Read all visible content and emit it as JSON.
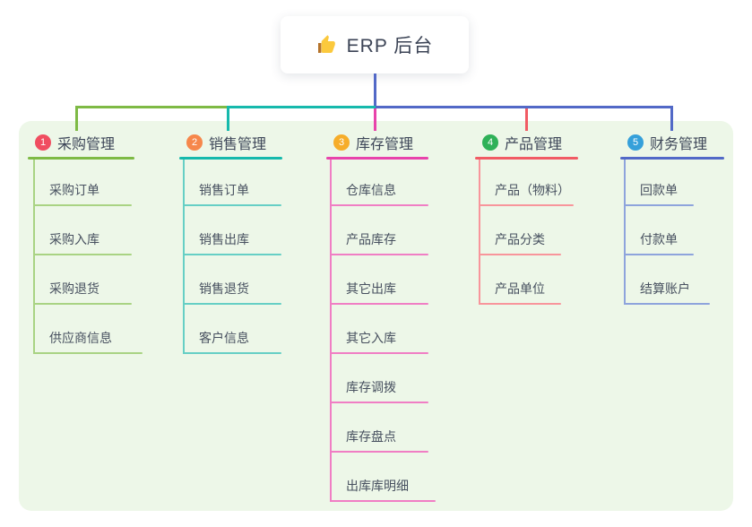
{
  "root": {
    "icon": "thumbs-up-icon",
    "label": "ERP 后台"
  },
  "branches": [
    {
      "number": "1",
      "title": "采购管理",
      "line_color": "#7eba45",
      "badge_color": "#f04d60",
      "children": [
        "采购订单",
        "采购入库",
        "采购退货",
        "供应商信息"
      ]
    },
    {
      "number": "2",
      "title": "销售管理",
      "line_color": "#16b9ac",
      "badge_color": "#f6874b",
      "children": [
        "销售订单",
        "销售出库",
        "销售退货",
        "客户信息"
      ]
    },
    {
      "number": "3",
      "title": "库存管理",
      "line_color": "#e843ab",
      "badge_color": "#f6ad2a",
      "children": [
        "仓库信息",
        "产品库存",
        "其它出库",
        "其它入库",
        "库存调拨",
        "库存盘点",
        "出库库明细"
      ]
    },
    {
      "number": "4",
      "title": "产品管理",
      "line_color": "#f15b64",
      "badge_color": "#2fb158",
      "children": [
        "产品（物料）",
        "产品分类",
        "产品单位"
      ]
    },
    {
      "number": "5",
      "title": "财务管理",
      "line_color": "#5269c7",
      "badge_color": "#35a0da",
      "children": [
        "回款单",
        "付款单",
        "结算账户"
      ]
    }
  ],
  "palette": {
    "canvas_bg": "#ffffff",
    "panel_bg": "#edf7e8",
    "root_connector": "#5269c7",
    "branch_title_text": "#3d4658",
    "child_text": "#47505f"
  }
}
